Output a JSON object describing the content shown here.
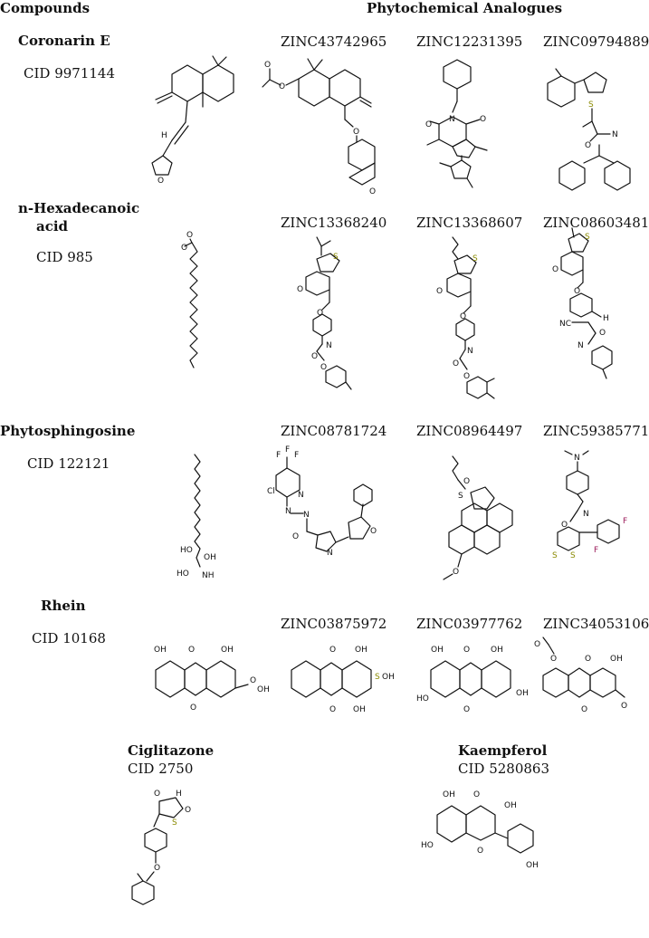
{
  "header": {
    "compounds": "Compounds",
    "analogues": "Phytochemical Analogues"
  },
  "rows": [
    {
      "name": "Coronarin E",
      "cid": "CID 9971144",
      "analogues": [
        "ZINC43742965",
        "ZINC12231395",
        "ZINC09794889"
      ]
    },
    {
      "name_line1": "n-Hexadecanoic",
      "name_line2": "acid",
      "cid": "CID 985",
      "analogues": [
        "ZINC13368240",
        "ZINC13368607",
        "ZINC08603481"
      ]
    },
    {
      "name": "Phytosphingosine",
      "cid": "CID 122121",
      "analogues": [
        "ZINC08781724",
        "ZINC08964497",
        "ZINC59385771"
      ]
    },
    {
      "name": "Rhein",
      "cid": "CID 10168",
      "analogues": [
        "ZINC03875972",
        "ZINC03977762",
        "ZINC34053106"
      ]
    }
  ],
  "bottom": [
    {
      "name": "Ciglitazone",
      "cid": "CID 2750"
    },
    {
      "name": "Kaempferol",
      "cid": "CID 5280863"
    }
  ]
}
